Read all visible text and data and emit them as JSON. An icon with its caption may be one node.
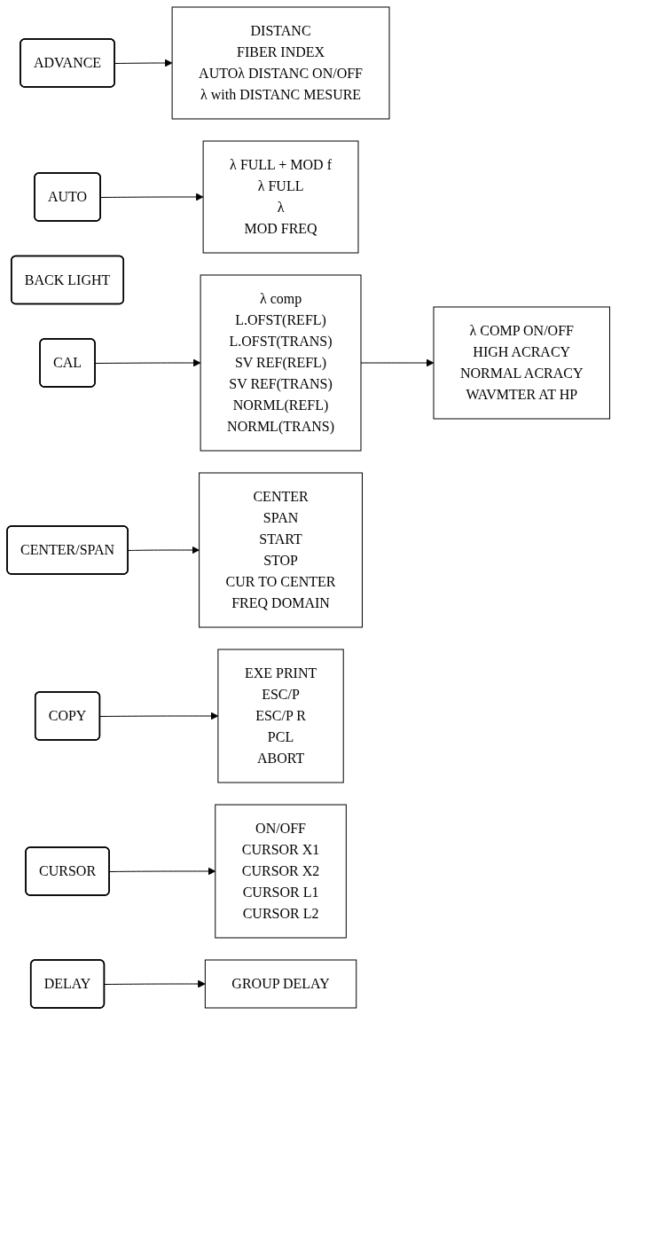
{
  "diagram": {
    "nodes": [
      {
        "text": [
          "ADVANCE"
        ]
      },
      {
        "text": [
          "DISTANC",
          "FIBER INDEX",
          "AUTOλ DISTANC ON/OFF",
          "λ with DISTANC MESURE"
        ]
      },
      {
        "text": [
          "AUTO"
        ]
      },
      {
        "text": [
          "λ FULL + MOD f",
          "λ FULL",
          "λ",
          "MOD FREQ"
        ]
      },
      {
        "text": [
          "BACK LIGHT"
        ]
      },
      {
        "text": [
          "CAL"
        ]
      },
      {
        "text": [
          "λ comp",
          "L.OFST(REFL)",
          "L.OFST(TRANS)",
          "SV REF(REFL)",
          "SV REF(TRANS)",
          "NORML(REFL)",
          "NORML(TRANS)"
        ]
      },
      {
        "text": [
          "λ COMP ON/OFF",
          "HIGH ACRACY",
          "NORMAL ACRACY",
          "WAVMTER AT HP"
        ]
      },
      {
        "text": [
          "CENTER/SPAN"
        ]
      },
      {
        "text": [
          "CENTER",
          "SPAN",
          "START",
          "STOP",
          "CUR TO CENTER",
          "FREQ DOMAIN"
        ]
      },
      {
        "text": [
          "COPY"
        ]
      },
      {
        "text": [
          "EXE PRINT",
          "ESC/P",
          "ESC/P R",
          "PCL",
          "ABORT"
        ]
      },
      {
        "text": [
          "CURSOR"
        ]
      },
      {
        "text": [
          "ON/OFF",
          "CURSOR X1",
          "CURSOR X2",
          "CURSOR L1",
          "CURSOR L2"
        ]
      },
      {
        "text": [
          "DELAY"
        ]
      },
      {
        "text": [
          "GROUP DELAY"
        ]
      }
    ],
    "edges": [
      {
        "from": 0,
        "to": 1,
        "arrow": "to"
      },
      {
        "from": 2,
        "to": 3,
        "arrow": "to"
      },
      {
        "from": 5,
        "to": 6,
        "arrow": "to"
      },
      {
        "from": 6,
        "to": 7,
        "arrow": "to"
      },
      {
        "from": 8,
        "to": 9,
        "arrow": "to"
      },
      {
        "from": 10,
        "to": 11,
        "arrow": "to"
      },
      {
        "from": 12,
        "to": 13,
        "arrow": "to"
      },
      {
        "from": 14,
        "to": 15,
        "arrow": "to"
      }
    ]
  }
}
